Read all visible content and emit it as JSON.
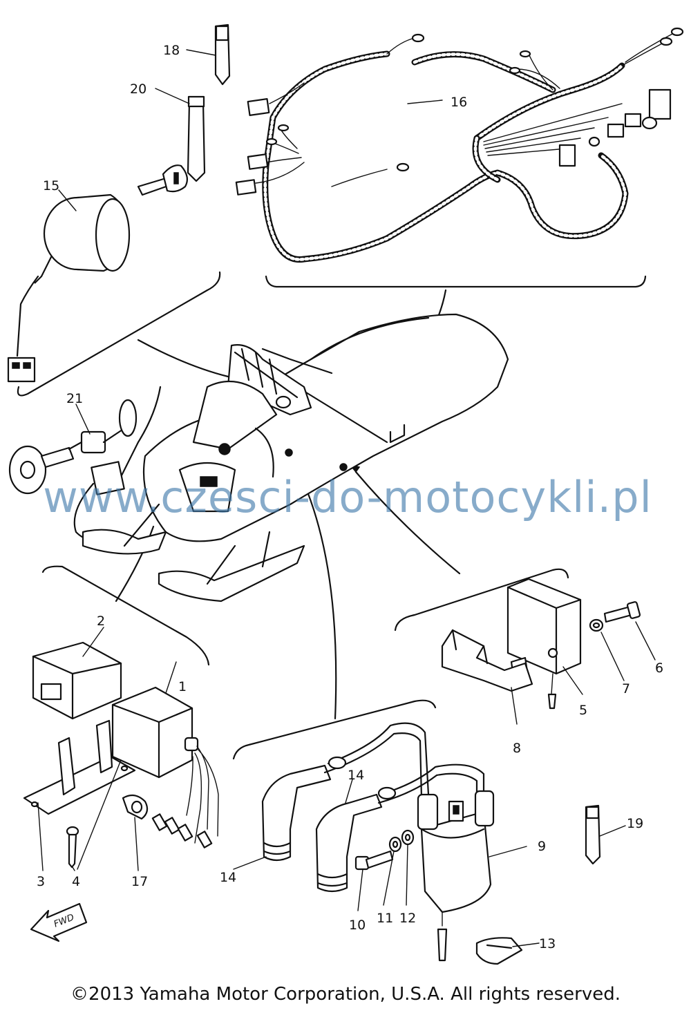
{
  "callouts": {
    "c1": "1",
    "c2": "2",
    "c3": "3",
    "c4": "4",
    "c5": "5",
    "c6": "6",
    "c7": "7",
    "c8": "8",
    "c9": "9",
    "c10": "10",
    "c11": "11",
    "c12": "12",
    "c13": "13",
    "c14a": "14",
    "c14b": "14",
    "c15": "15",
    "c16": "16",
    "c17": "17",
    "c18": "18",
    "c19": "19",
    "c20": "20",
    "c21": "21"
  },
  "fwd_label": "FWD",
  "watermark": "www.czesci-do-motocykli.pl",
  "copyright": "©2013 Yamaha Motor Corporation, U.S.A. All rights reserved.",
  "icons": [
    "wire-harness",
    "ignition-switch",
    "key",
    "main-switch",
    "snowmobile",
    "relay",
    "cdi-unit",
    "bracket",
    "bolt",
    "ignition-coil",
    "plug-cap",
    "regulator",
    "washer",
    "nut",
    "clamp",
    "fwd-arrow"
  ]
}
